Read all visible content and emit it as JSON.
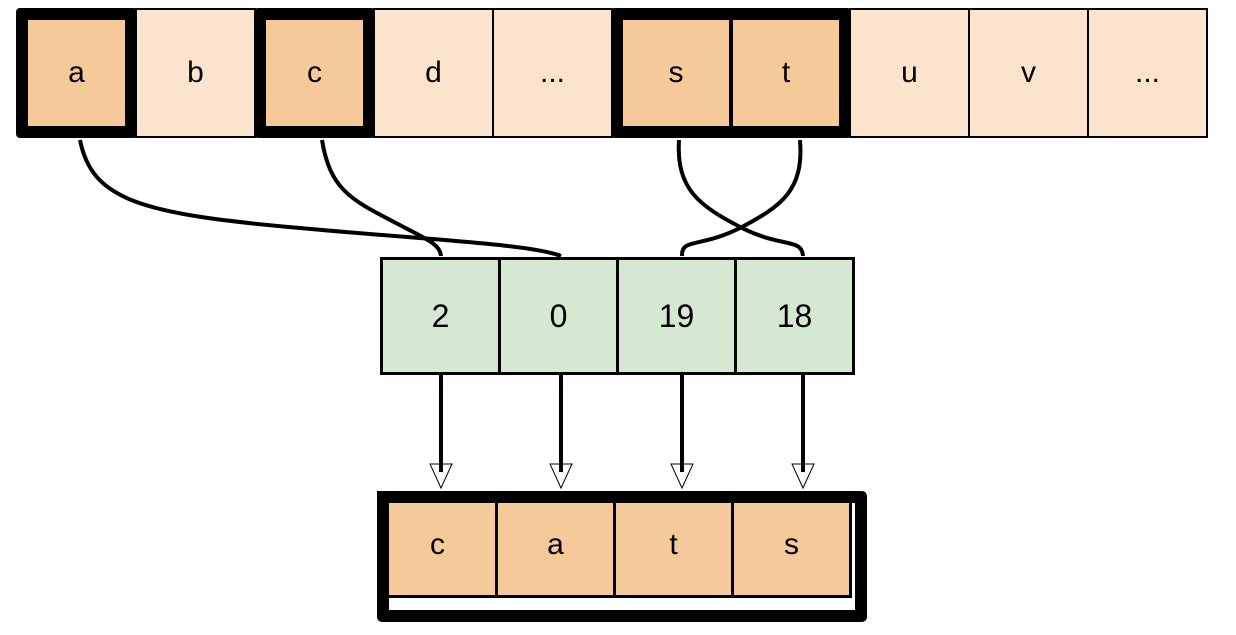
{
  "diagram": {
    "title": "string-indexing-diagram",
    "colors": {
      "cell_fill_light": "#FBE3CE",
      "cell_fill_highlight": "#F5C99A",
      "index_fill": "#D5E8D1",
      "outline": "#000000",
      "background": "#FFFFFF"
    },
    "alphabet_row": {
      "name": "alphabet-strip",
      "cells": [
        {
          "label": "a",
          "highlighted": true,
          "group": null
        },
        {
          "label": "b",
          "highlighted": false,
          "group": null
        },
        {
          "label": "c",
          "highlighted": true,
          "group": null
        },
        {
          "label": "d",
          "highlighted": false,
          "group": null
        },
        {
          "label": "...",
          "highlighted": false,
          "group": null
        },
        {
          "label": "s",
          "highlighted": true,
          "group": "start"
        },
        {
          "label": "t",
          "highlighted": true,
          "group": "end"
        },
        {
          "label": "u",
          "highlighted": false,
          "group": null
        },
        {
          "label": "v",
          "highlighted": false,
          "group": null
        },
        {
          "label": "...",
          "highlighted": false,
          "group": null
        }
      ]
    },
    "index_row": {
      "name": "index-strip",
      "cells": [
        {
          "label": "2"
        },
        {
          "label": "0"
        },
        {
          "label": "19"
        },
        {
          "label": "18"
        }
      ]
    },
    "result_row": {
      "name": "result-strip",
      "word": "cats",
      "cells": [
        {
          "label": "c"
        },
        {
          "label": "a"
        },
        {
          "label": "t"
        },
        {
          "label": "s"
        }
      ]
    },
    "mappings": [
      {
        "from_letter": "c",
        "to_index": "2",
        "index_slot": 0,
        "result_letter": "c"
      },
      {
        "from_letter": "a",
        "to_index": "0",
        "index_slot": 1,
        "result_letter": "a"
      },
      {
        "from_letter": "t",
        "to_index": "19",
        "index_slot": 2,
        "result_letter": "t"
      },
      {
        "from_letter": "s",
        "to_index": "18",
        "index_slot": 3,
        "result_letter": "s"
      }
    ]
  }
}
